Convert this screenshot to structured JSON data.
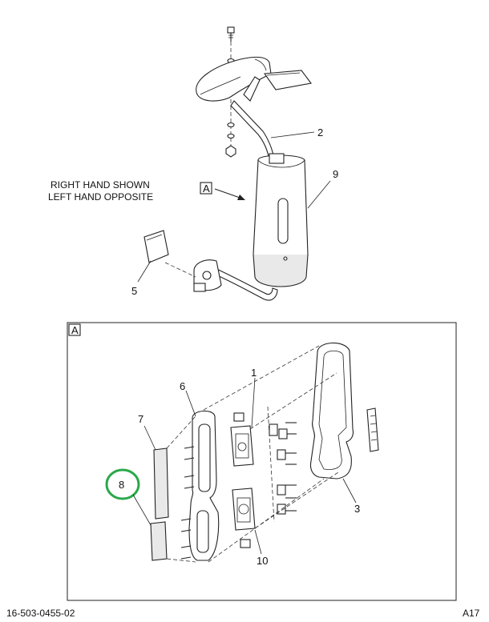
{
  "note": {
    "line1": "RIGHT HAND SHOWN",
    "line2": "LEFT HAND OPPOSITE"
  },
  "view_ref": "A",
  "detail_label": "A",
  "callouts": {
    "c1": "1",
    "c2": "2",
    "c3": "3",
    "c5": "5",
    "c6": "6",
    "c7": "7",
    "c8": "8",
    "c9": "9",
    "c10": "10"
  },
  "highlight_color": "#2aa84a",
  "footer": {
    "left": "16-503-0455-02",
    "right": "A17"
  }
}
